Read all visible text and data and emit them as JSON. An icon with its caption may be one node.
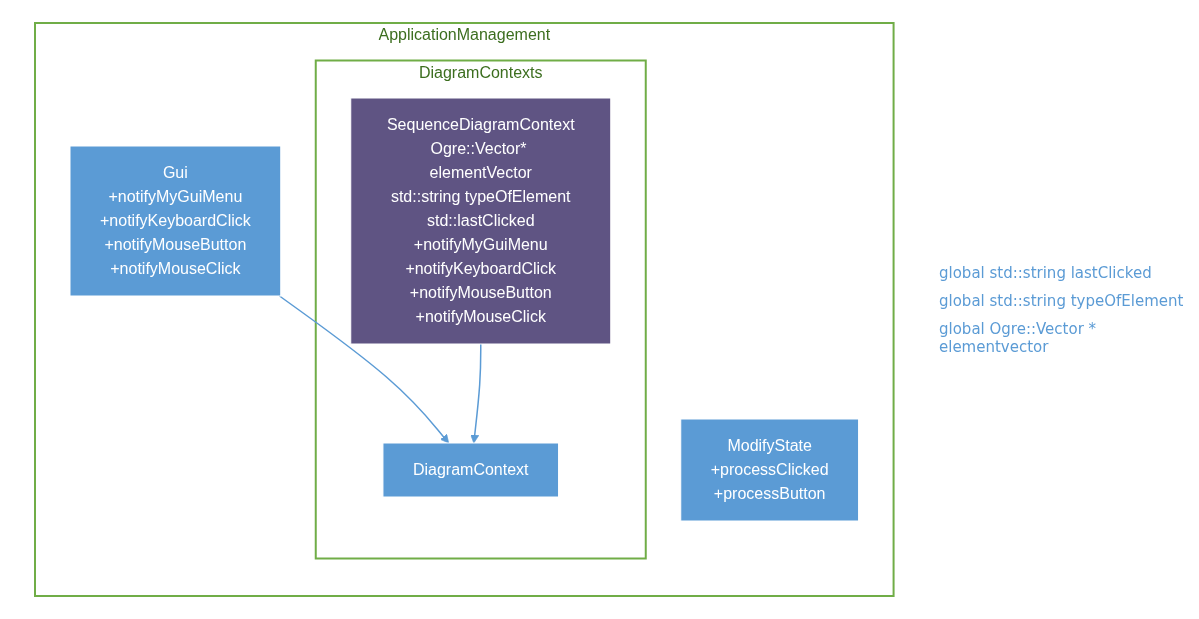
{
  "diagram": {
    "nodes": [
      {
        "text": [
          "ApplicationManagement"
        ]
      },
      {
        "text": [
          "DiagramContexts"
        ],
        "in": 0
      },
      {
        "text": [
          "DiagramContext"
        ],
        "in": 1
      },
      {
        "text": [
          "SequenceDiagramContext",
          "Ogre::Vector* elementVector",
          "std::string typeOfElement",
          "std::lastClicked",
          "+notifyMyGuiMenu",
          "+notifyKeyboardClick",
          "+notifyMouseButton",
          "+notifyMouseClick"
        ],
        "in": 1
      },
      {
        "text": [
          "ModifyState",
          "+processClicked",
          "+processButton"
        ],
        "in": 0
      },
      {
        "text": [
          "Gui",
          "+notifyMyGuiMenu",
          "+notifyKeyboardClick",
          "+notifyMouseButton",
          "+notifyMouseClick"
        ],
        "in": 0
      }
    ],
    "edges": [
      {
        "from": 5,
        "to": 2,
        "arrow": "to"
      },
      {
        "from": 3,
        "to": 2,
        "arrow": "to"
      }
    ],
    "labels": [
      "global std::string lastClicked",
      "global std::string typeOfElement",
      "global Ogre::Vector * elementvector"
    ]
  }
}
